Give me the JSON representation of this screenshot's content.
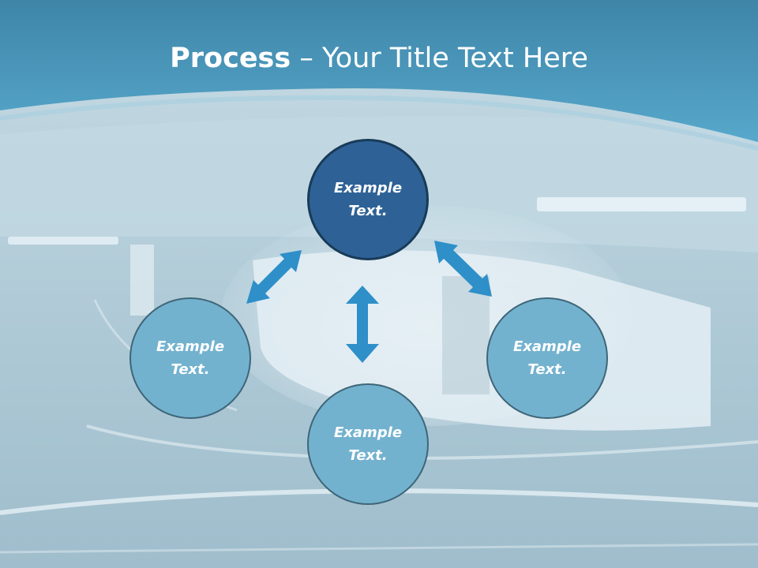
{
  "title": {
    "bold": "Process",
    "dash": " – ",
    "rest": "Your Title Text Here"
  },
  "nodes": {
    "center": "Example\nText.",
    "left": "Example\nText.",
    "bottom": "Example\nText.",
    "right": "Example\nText."
  },
  "colors": {
    "header": "#4b9cc0",
    "center_node": "#2e6296",
    "leaf_node": "#73b2cf",
    "arrow": "#2e8fc9"
  }
}
